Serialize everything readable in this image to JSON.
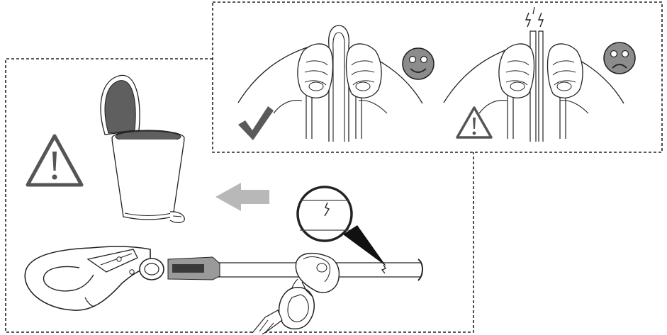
{
  "figure": {
    "panels": [
      {
        "id": "inspection-panel",
        "icons": [
          "hand-holding-rope-illustration",
          "check-mark-icon",
          "smiley-happy-icon",
          "warning-triangle-icon",
          "smiley-sad-icon",
          "broken-fiber-icon"
        ]
      },
      {
        "id": "discard-panel",
        "icons": [
          "warning-triangle-icon",
          "trash-bin-icon",
          "arrow-left-icon",
          "magnifier-callout",
          "crack-icon",
          "lanyard-hook-illustration"
        ]
      }
    ],
    "colors": {
      "line": "#1a1a1a",
      "dark_gray": "#5f5f5f",
      "mid_gray": "#9a9a9a",
      "light_gray": "#c4c4c4",
      "face_fill": "#8c8c8c",
      "background": "#ffffff"
    }
  }
}
